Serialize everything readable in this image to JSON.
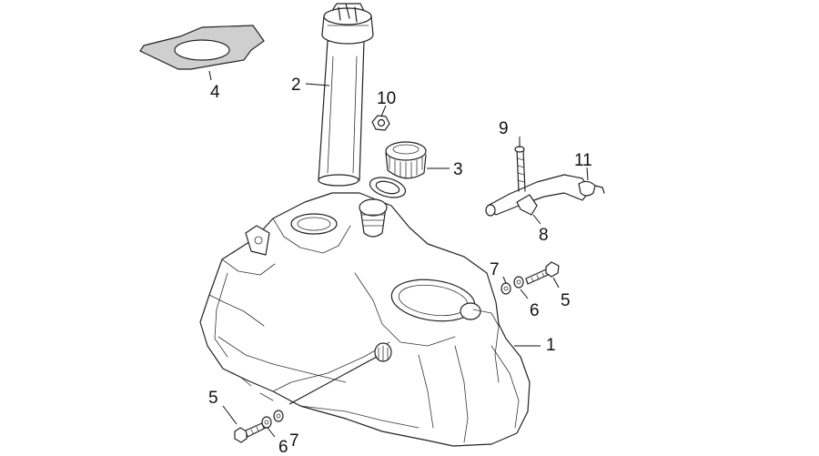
{
  "diagram": {
    "callouts": [
      {
        "id": "c1",
        "label": "1"
      },
      {
        "id": "c2",
        "label": "2"
      },
      {
        "id": "c3",
        "label": "3"
      },
      {
        "id": "c4",
        "label": "4"
      },
      {
        "id": "c5a",
        "label": "5"
      },
      {
        "id": "c5b",
        "label": "5"
      },
      {
        "id": "c6a",
        "label": "6"
      },
      {
        "id": "c6b",
        "label": "6"
      },
      {
        "id": "c7a",
        "label": "7"
      },
      {
        "id": "c7b",
        "label": "7"
      },
      {
        "id": "c8",
        "label": "8"
      },
      {
        "id": "c9",
        "label": "9"
      },
      {
        "id": "c10",
        "label": "10"
      },
      {
        "id": "c11",
        "label": "11"
      }
    ]
  }
}
